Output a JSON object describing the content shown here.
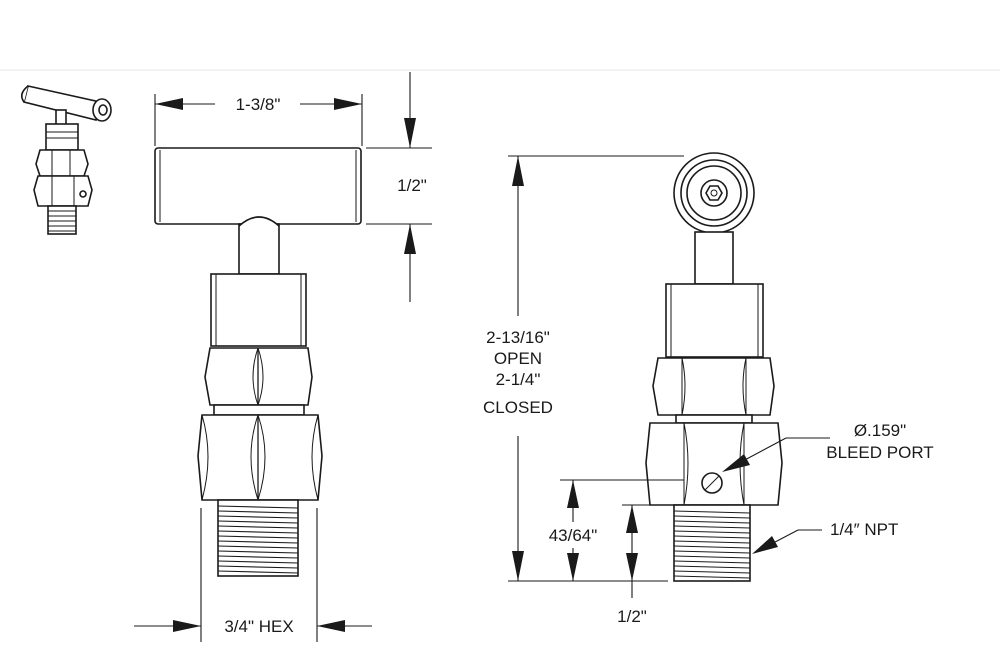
{
  "dimensions": {
    "handle_width": "1-3/8\"",
    "handle_height": "1/2\"",
    "hex_size": "3/4\" HEX",
    "height_open_value": "2-13/16\"",
    "height_open_label": "OPEN",
    "height_closed_value": "2-1/4\"",
    "height_closed_label": "CLOSED",
    "bleed_diameter": "Ø.159\"",
    "bleed_label": "BLEED PORT",
    "port_height": "43/64\"",
    "thread_length": "1/2\"",
    "thread_size": "1/4″ NPT"
  }
}
